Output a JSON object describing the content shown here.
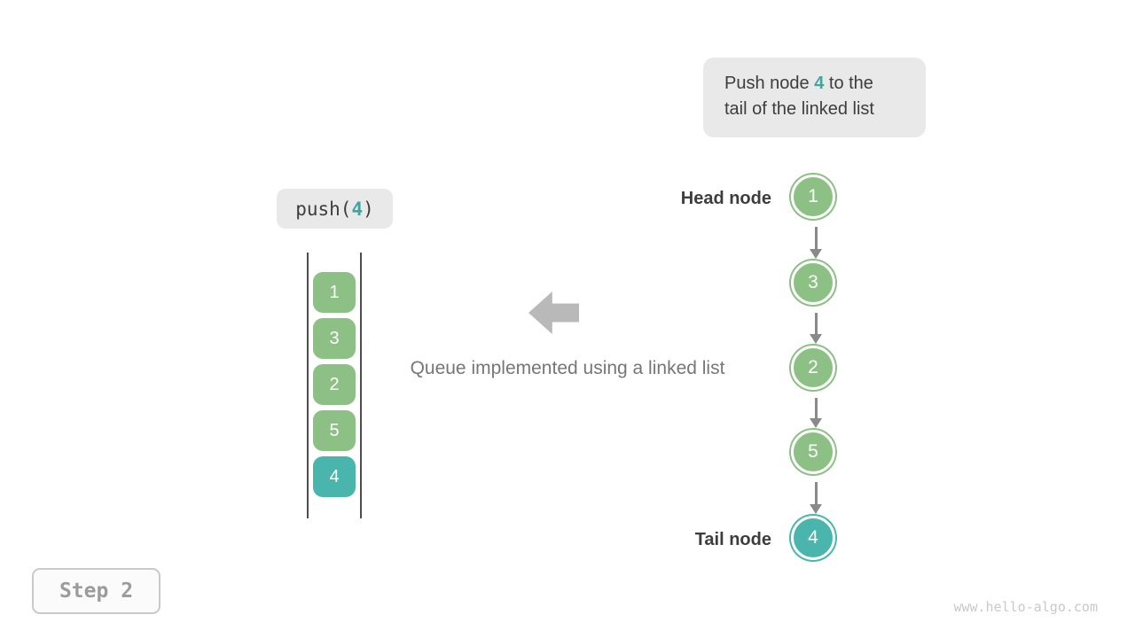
{
  "colors": {
    "node_green": "#8cc084",
    "node_teal": "#4ab5ad",
    "accent_text_teal": "#3da69e",
    "annotation_bg": "#e9e9e9",
    "link_arrow_gray": "#8a8a8a",
    "block_arrow_gray": "#b9b9b9",
    "caption_gray": "#767676",
    "step_text_gray": "#9c9c9c"
  },
  "annotation": {
    "line1_prefix": "Push node ",
    "line1_value": "4",
    "line1_suffix": " to the",
    "line2": "tail of the linked list"
  },
  "push_call": {
    "prefix": "push(",
    "value": "4",
    "suffix": ")"
  },
  "queue": {
    "items": [
      {
        "value": "1",
        "color": "green"
      },
      {
        "value": "3",
        "color": "green"
      },
      {
        "value": "2",
        "color": "green"
      },
      {
        "value": "5",
        "color": "green"
      },
      {
        "value": "4",
        "color": "teal"
      }
    ]
  },
  "caption": "Queue implemented using a linked list",
  "linked_list": {
    "head_label": "Head node",
    "tail_label": "Tail node",
    "nodes": [
      {
        "value": "1",
        "color": "green"
      },
      {
        "value": "3",
        "color": "green"
      },
      {
        "value": "2",
        "color": "green"
      },
      {
        "value": "5",
        "color": "green"
      },
      {
        "value": "4",
        "color": "teal"
      }
    ]
  },
  "step_badge": "Step 2",
  "watermark": "www.hello-algo.com"
}
